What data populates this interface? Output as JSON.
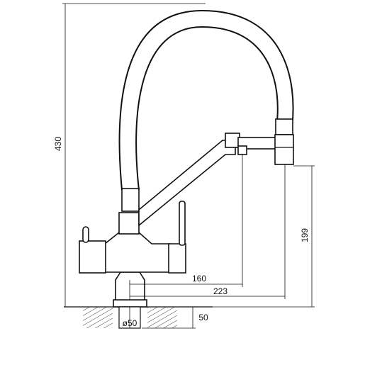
{
  "dimensions": {
    "total_height": "430",
    "spout_height": "199",
    "filter_spout_reach": "160",
    "main_spout_reach": "223",
    "base_diameter": "ø50",
    "mount_depth": "50"
  },
  "colors": {
    "line": "#111111",
    "background": "#ffffff"
  }
}
